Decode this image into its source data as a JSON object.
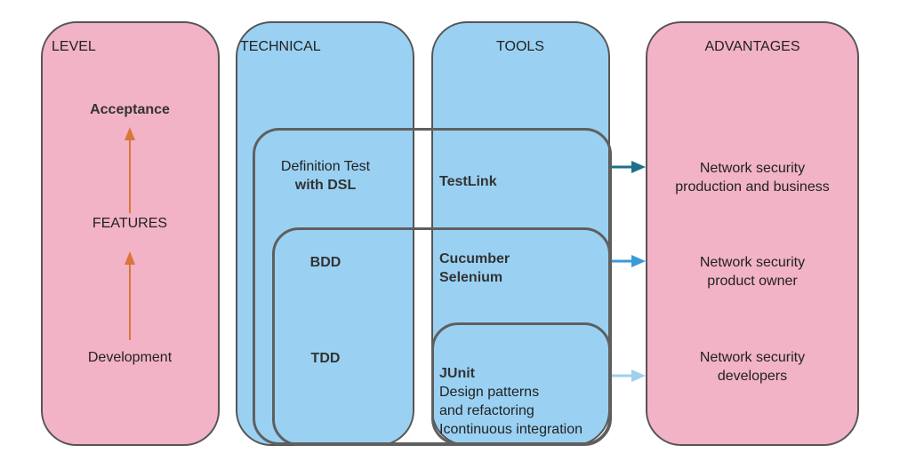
{
  "columns": {
    "level": "LEVEL",
    "technical": "TECHNICAL",
    "tools": "TOOLS",
    "advantages": "ADVANTAGES"
  },
  "levels": {
    "top": "Acceptance",
    "middle": "FEATURES",
    "bottom": "Development"
  },
  "technical": {
    "dsl_line1": "Definition Test",
    "dsl_line2": "with DSL",
    "bdd": "BDD",
    "tdd": "TDD"
  },
  "tools": {
    "testlink": "TestLink",
    "cucumber": "Cucumber",
    "selenium": "Selenium",
    "junit": "JUnit",
    "junit_line2": "Design patterns",
    "junit_line3": "and refactoring",
    "junit_line4": "Icontinuous integration"
  },
  "advantages": {
    "a1_line1": "Network security",
    "a1_line2": "production and business",
    "a2_line1": "Network security",
    "a2_line2": "product owner",
    "a3_line1": "Network security",
    "a3_line2": "developers"
  },
  "colors": {
    "pink": "#f2b3c6",
    "blue": "#9ad1f3",
    "orange_arrow": "#d9773a",
    "arrow_dark": "#1f6f8b",
    "arrow_mid": "#3a9ad9",
    "arrow_light": "#9fd0ee"
  }
}
